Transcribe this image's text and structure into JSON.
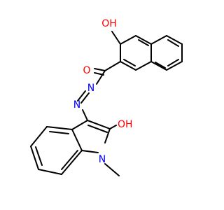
{
  "molecule": {
    "atoms": {
      "hydroxy_top": "OH",
      "carbonyl_o": "O",
      "azo_n1": "N",
      "azo_n2": "N",
      "hydroxy_indole": "OH",
      "ring_n": "N"
    },
    "colors": {
      "bond": "#000000",
      "oxygen": "#ff0000",
      "nitrogen": "#0000ff"
    }
  }
}
